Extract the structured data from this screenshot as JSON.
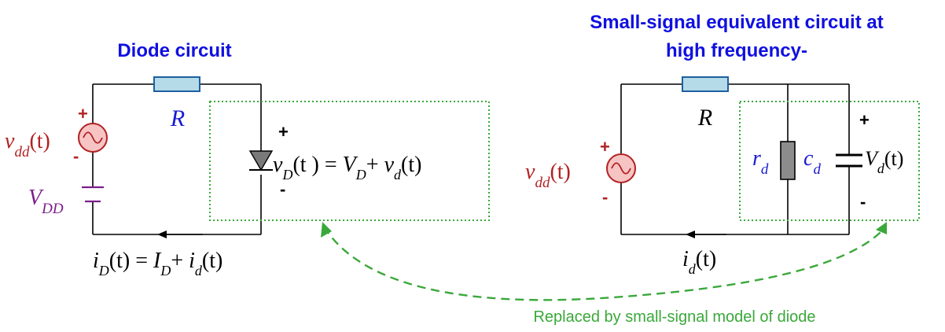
{
  "left": {
    "title": "Diode circuit",
    "resistor_label": "R",
    "source": {
      "sym": "v",
      "sub": "dd",
      "arg": "(t)",
      "plus": "+",
      "minus": "-"
    },
    "battery": {
      "sym": "V",
      "sub": "DD"
    },
    "diode": {
      "plus": "+",
      "minus": "-",
      "eq": {
        "v": "v",
        "vsub": "D",
        "rest1": "(t ) = ",
        "V": "V",
        "Vsub": "D",
        "plus": "+ ",
        "v2": "v",
        "v2sub": "d",
        "tail": "(t)"
      }
    },
    "current": {
      "i": "i",
      "isub": "D",
      "mid": "(t) = ",
      "I": "I",
      "Isub": "D",
      "plus": "+ ",
      "i2": "i",
      "i2sub": "d",
      "tail": "(t)"
    }
  },
  "right": {
    "title_line1": "Small-signal equivalent circuit at",
    "title_line2": "high frequency-",
    "resistor_label": "R",
    "source": {
      "sym": "v",
      "sub": "dd",
      "arg": "(t)",
      "plus": "+",
      "minus": "-"
    },
    "rd": {
      "sym": "r",
      "sub": "d"
    },
    "cd": {
      "sym": "c",
      "sub": "d"
    },
    "vd": {
      "sym": "V",
      "sub": "d",
      "arg": "(t)",
      "plus": "+",
      "minus": "-"
    },
    "current": {
      "i": "i",
      "sub": "d",
      "tail": "(t)"
    }
  },
  "caption": "Replaced by small-signal model of diode",
  "colors": {
    "title_blue": "#1010e0",
    "source_red": "#b22222",
    "battery_purple": "#7a1f8a",
    "model_green": "#3aa83a",
    "resistor_fill": "#b5dbe8",
    "resistor_stroke": "#1f5f9f",
    "wire": "#000000"
  }
}
